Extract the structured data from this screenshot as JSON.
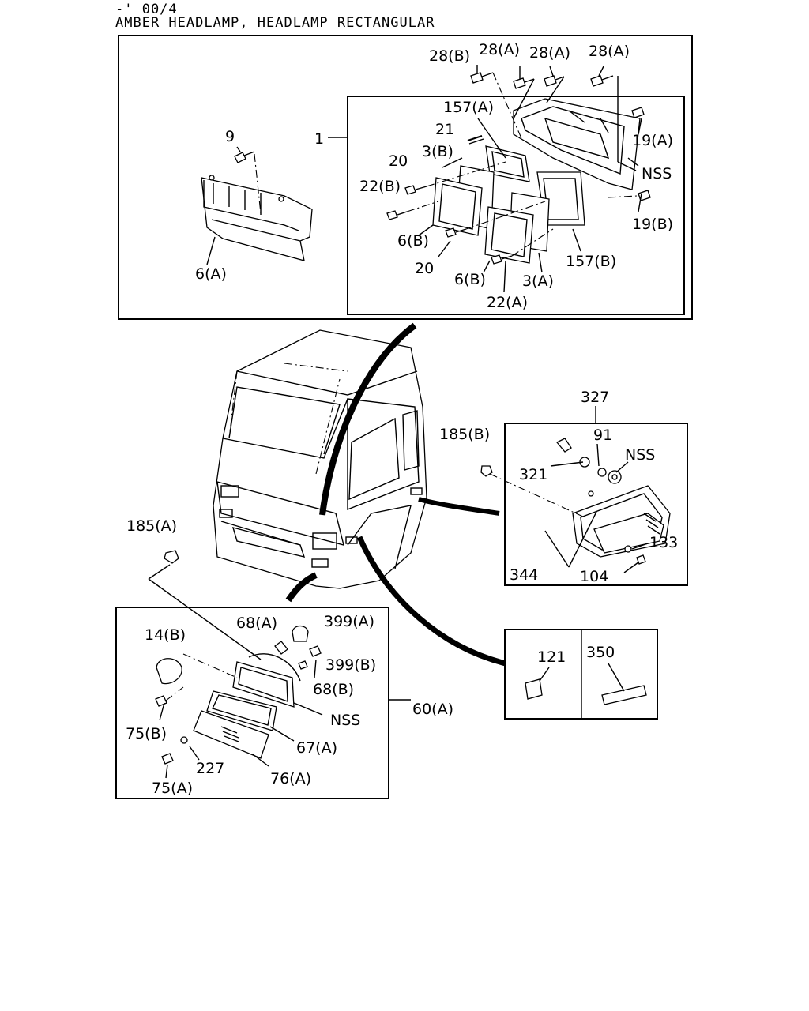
{
  "header": {
    "code": "-' 00/4",
    "title": "AMBER HEADLAMP, HEADLAMP RECTANGULAR"
  },
  "labels": {
    "p28b": "28(B)",
    "p28a1": "28(A)",
    "p28a2": "28(A)",
    "p28a3": "28(A)",
    "p157a": "157(A)",
    "p21": "21",
    "p3b": "3(B)",
    "p20a": "20",
    "p22b": "22(B)",
    "p9": "9",
    "p1": "1",
    "p19a": "19(A)",
    "pnss1": "NSS",
    "p19b": "19(B)",
    "p6a": "6(A)",
    "p6b1": "6(B)",
    "p20b": "20",
    "p6b2": "6(B)",
    "p3a": "3(A)",
    "p157b": "157(B)",
    "p22a": "22(A)",
    "p327": "327",
    "p185b": "185(B)",
    "p91": "91",
    "pnss2": "NSS",
    "p321": "321",
    "p133": "133",
    "p344": "344",
    "p104": "104",
    "p185a": "185(A)",
    "p68a": "68(A)",
    "p399a": "399(A)",
    "p14b": "14(B)",
    "p399b": "399(B)",
    "p68b": "68(B)",
    "pnss3": "NSS",
    "p60a": "60(A)",
    "p75b": "75(B)",
    "p67a": "67(A)",
    "p227": "227",
    "p76a": "76(A)",
    "p75a": "75(A)",
    "p121": "121",
    "p350": "350"
  }
}
